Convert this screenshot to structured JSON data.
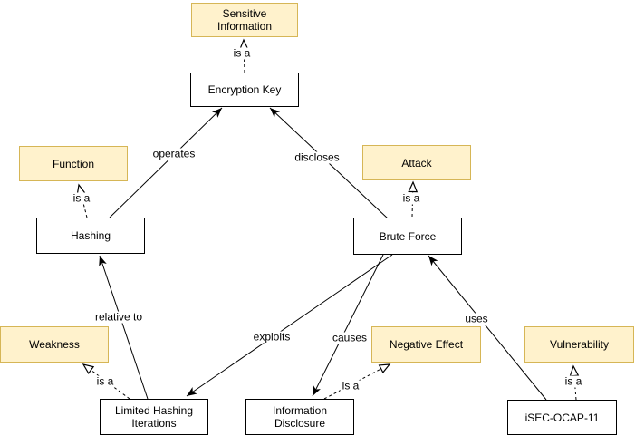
{
  "diagram": {
    "type": "ontology-concept-map",
    "colors": {
      "concept_fill": "#FFF2CC",
      "concept_stroke": "#D6B656",
      "instance_fill": "#FFFFFF",
      "instance_stroke": "#000000",
      "edge_color": "#000000",
      "text_color": "#000000",
      "background": "#FFFFFF"
    },
    "nodes": {
      "sensitive_information": {
        "label": "Sensitive Information",
        "type": "concept"
      },
      "encryption_key": {
        "label": "Encryption Key",
        "type": "instance"
      },
      "function": {
        "label": "Function",
        "type": "concept"
      },
      "hashing": {
        "label": "Hashing",
        "type": "instance"
      },
      "attack": {
        "label": "Attack",
        "type": "concept"
      },
      "brute_force": {
        "label": "Brute Force",
        "type": "instance"
      },
      "weakness": {
        "label": "Weakness",
        "type": "concept"
      },
      "negative_effect": {
        "label": "Negative Effect",
        "type": "concept"
      },
      "vulnerability": {
        "label": "Vulnerability",
        "type": "concept"
      },
      "limited_hashing_iterations": {
        "label": "Limited Hashing Iterations",
        "type": "instance"
      },
      "information_disclosure": {
        "label": "Information Disclosure",
        "type": "instance"
      },
      "isec_ocap_11": {
        "label": "iSEC-OCAP-11",
        "type": "instance"
      }
    },
    "edge_labels": {
      "is_a": "is a",
      "operates": "operates",
      "discloses": "discloses",
      "relative_to": "relative to",
      "exploits": "exploits",
      "causes": "causes",
      "uses": "uses"
    },
    "relations": [
      {
        "from": "Encryption Key",
        "to": "Sensitive Information",
        "label": "is a",
        "style": "dashed-generalization"
      },
      {
        "from": "Hashing",
        "to": "Function",
        "label": "is a",
        "style": "dashed-generalization"
      },
      {
        "from": "Brute Force",
        "to": "Attack",
        "label": "is a",
        "style": "dashed-generalization"
      },
      {
        "from": "Limited Hashing Iterations",
        "to": "Weakness",
        "label": "is a",
        "style": "dashed-generalization"
      },
      {
        "from": "Information Disclosure",
        "to": "Negative Effect",
        "label": "is a",
        "style": "dashed-generalization"
      },
      {
        "from": "iSEC-OCAP-11",
        "to": "Vulnerability",
        "label": "is a",
        "style": "dashed-generalization"
      },
      {
        "from": "Hashing",
        "to": "Encryption Key",
        "label": "operates",
        "style": "solid-arrow"
      },
      {
        "from": "Brute Force",
        "to": "Encryption Key",
        "label": "discloses",
        "style": "solid-arrow"
      },
      {
        "from": "Limited Hashing Iterations",
        "to": "Hashing",
        "label": "relative to",
        "style": "solid-arrow"
      },
      {
        "from": "Brute Force",
        "to": "Limited Hashing Iterations",
        "label": "exploits",
        "style": "solid-arrow"
      },
      {
        "from": "Brute Force",
        "to": "Information Disclosure",
        "label": "causes",
        "style": "solid-arrow"
      },
      {
        "from": "iSEC-OCAP-11",
        "to": "Brute Force",
        "label": "uses",
        "style": "solid-arrow"
      }
    ]
  }
}
